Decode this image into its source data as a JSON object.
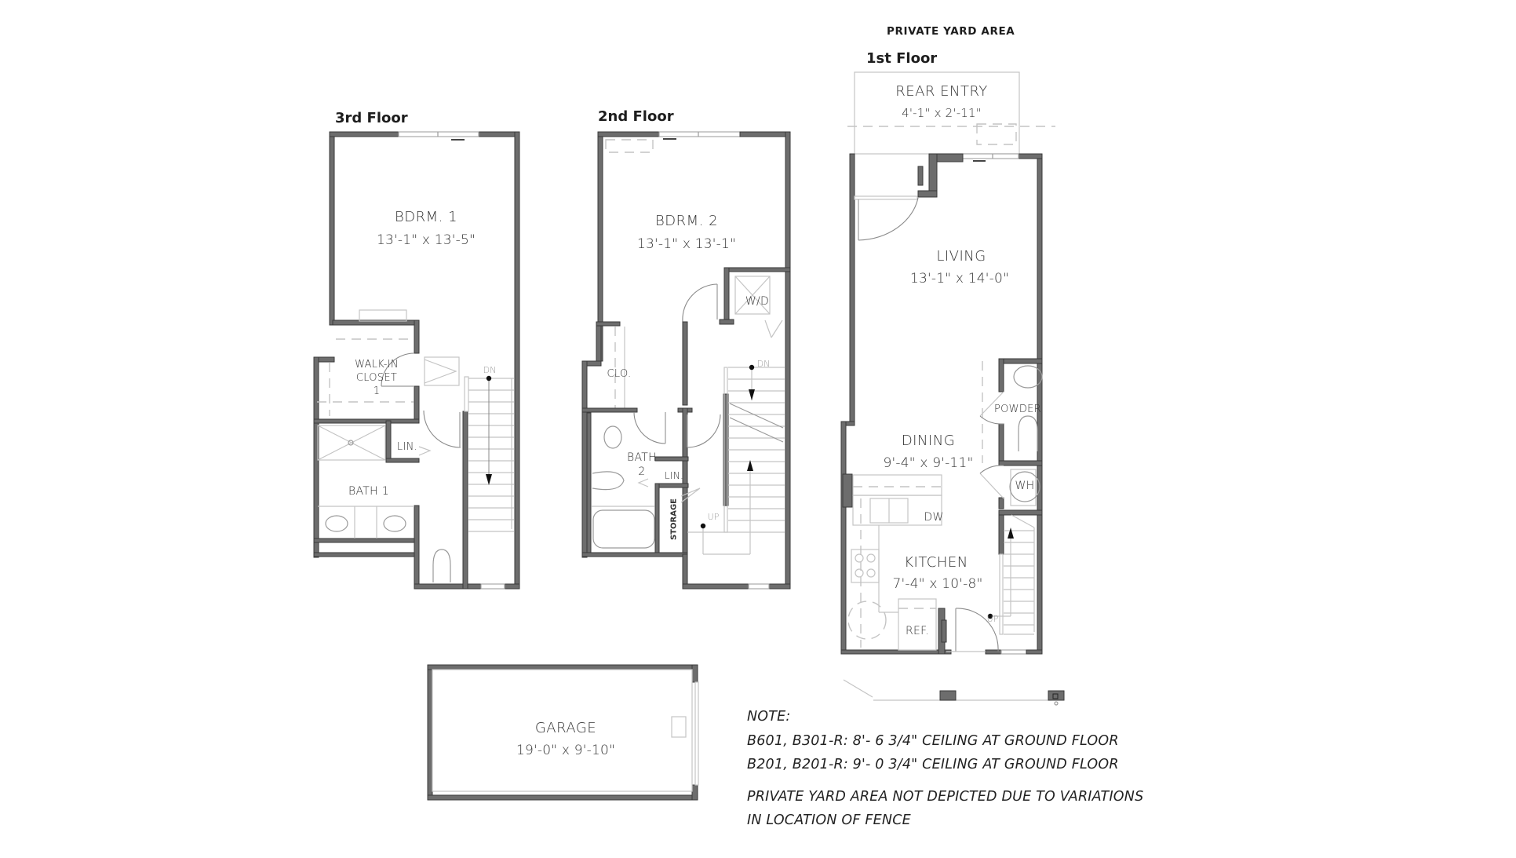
{
  "header": {
    "yard_label": "PRIVATE YARD AREA"
  },
  "floors": {
    "third": {
      "title": "3rd Floor",
      "rooms": {
        "bedroom1": {
          "name": "BDRM. 1",
          "dims": "13'-1\" x 13'-5\""
        },
        "walkin_closet": {
          "line1": "WALK-IN",
          "line2": "CLOSET",
          "line3": "1"
        },
        "linen": {
          "name": "LIN."
        },
        "bath1": {
          "name": "BATH 1"
        }
      },
      "stair_label": "DN"
    },
    "second": {
      "title": "2nd Floor",
      "rooms": {
        "bedroom2": {
          "name": "BDRM. 2",
          "dims": "13'-1\" x 13'-1\""
        },
        "washer_dryer": {
          "name": "W/D"
        },
        "closet": {
          "name": "CLO."
        },
        "bath2": {
          "line1": "BATH",
          "line2": "2"
        },
        "linen": {
          "name": "LIN."
        },
        "storage": {
          "name": "STORAGE"
        }
      },
      "stair_labels": {
        "down": "DN",
        "up": "UP"
      }
    },
    "first": {
      "title": "1st Floor",
      "rooms": {
        "rear_entry": {
          "name": "REAR ENTRY",
          "dims": "4'-1\" x 2'-11\""
        },
        "living": {
          "name": "LIVING",
          "dims": "13'-1\" x 14'-0\""
        },
        "powder": {
          "name": "POWDER"
        },
        "dining": {
          "name": "DINING",
          "dims": "9'-4\" x 9'-11\""
        },
        "water_heater": {
          "name": "WH"
        },
        "dishwasher": {
          "name": "DW"
        },
        "kitchen": {
          "name": "KITCHEN",
          "dims": "7'-4\" x 10'-8\""
        },
        "refrigerator": {
          "name": "REF."
        }
      },
      "stair_label": "UP"
    },
    "garage": {
      "name": "GARAGE",
      "dims": "19'-0\" x 9'-10\""
    }
  },
  "notes": {
    "heading": "NOTE:",
    "lines": [
      "B601, B301-R: 8'- 6 3/4\" CEILING AT GROUND FLOOR",
      "B201, B201-R: 9'- 0 3/4\" CEILING AT GROUND FLOOR",
      "PRIVATE YARD AREA NOT DEPICTED DUE TO VARIATIONS",
      "IN LOCATION OF FENCE"
    ]
  },
  "colors": {
    "wall": "#6d6d6d",
    "outline": "#3a3a3a",
    "fixture": "#9a9a9a",
    "text": "#333333"
  }
}
